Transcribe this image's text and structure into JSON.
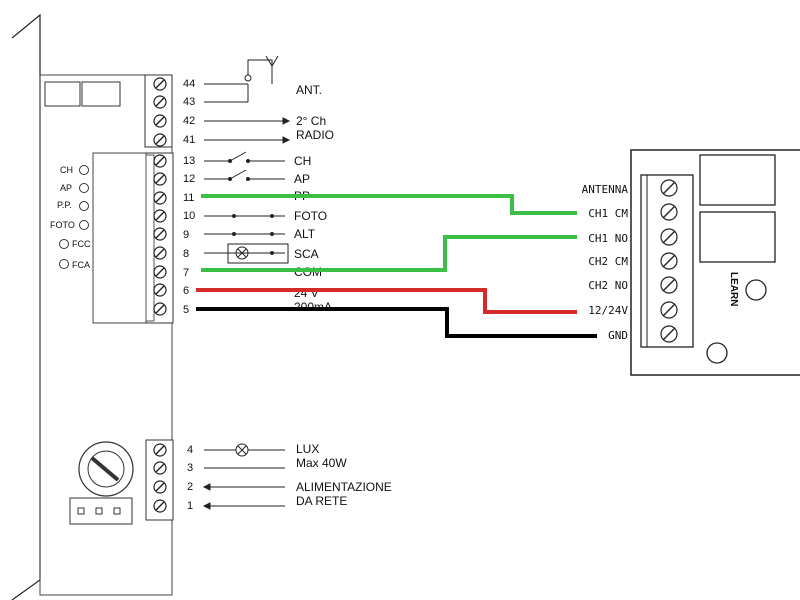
{
  "left_board": {
    "leds": [
      "CH",
      "AP",
      "P.P.",
      "FOTO",
      "FCC",
      "FCA"
    ],
    "terminals": [
      {
        "num": "44",
        "label": "ANT."
      },
      {
        "num": "43",
        "label": ""
      },
      {
        "num": "42",
        "label": "2° Ch"
      },
      {
        "num": "41",
        "label": "RADIO"
      },
      {
        "num": "13",
        "label": "CH"
      },
      {
        "num": "12",
        "label": "AP"
      },
      {
        "num": "11",
        "label": "PP"
      },
      {
        "num": "10",
        "label": "FOTO"
      },
      {
        "num": "9",
        "label": "ALT"
      },
      {
        "num": "8",
        "label": "SCA"
      },
      {
        "num": "7",
        "label": "COM"
      },
      {
        "num": "6",
        "label": "24 V"
      },
      {
        "num": "5",
        "label": "200mA"
      },
      {
        "num": "4",
        "label": "LUX"
      },
      {
        "num": "3",
        "label": "Max 40W"
      },
      {
        "num": "2",
        "label": "ALIMENTAZIONE"
      },
      {
        "num": "1",
        "label": "DA RETE"
      }
    ]
  },
  "right_board": {
    "terminals": [
      "ANTENNA",
      "CH1 CM",
      "CH1 NO",
      "CH2 CM",
      "CH2 NO",
      "12/24V",
      "GND"
    ],
    "learn_label": "LEARN"
  },
  "wires": [
    {
      "from": "11",
      "to": "CH1 CM",
      "color": "#3cbf45"
    },
    {
      "from": "7",
      "to": "CH1 NO",
      "color": "#3cbf45"
    },
    {
      "from": "6",
      "to": "12/24V",
      "color": "#d42a2a"
    },
    {
      "from": "5",
      "to": "GND",
      "color": "#000000"
    }
  ]
}
